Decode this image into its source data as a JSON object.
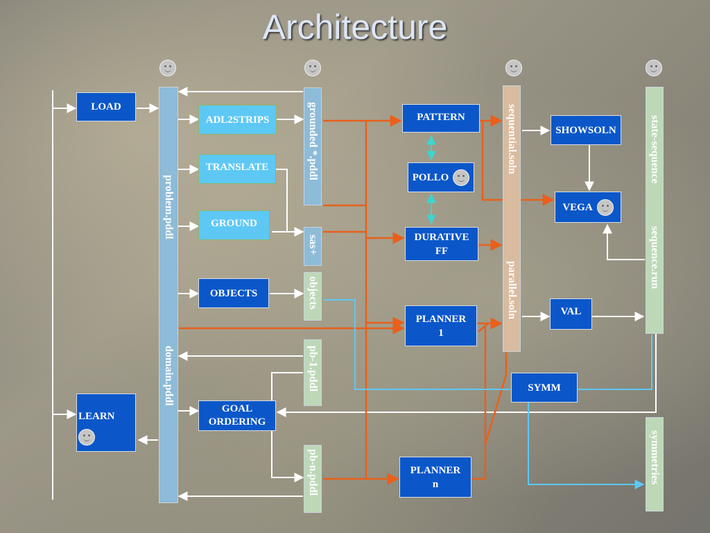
{
  "title": "Architecture",
  "boxes": {
    "load": "LOAD",
    "learn": "LEARN",
    "adl2strips": "ADL2STRIPS",
    "translate": "TRANSLATE",
    "ground": "GROUND",
    "objects": "OBJECTS",
    "goal_ordering_1": "GOAL",
    "goal_ordering_2": "ORDERING",
    "pattern": "PATTERN",
    "pollo": "POLLO",
    "durative_ff_1": "DURATIVE",
    "durative_ff_2": "FF",
    "planner1_1": "PLANNER",
    "planner1_2": "1",
    "plannern_1": "PLANNER",
    "plannern_2": "n",
    "showsoln": "SHOWSOLN",
    "vega": "VEGA",
    "val": "VAL",
    "symm": "SYMM"
  },
  "files": {
    "problem_pddl": "problem.pddl",
    "domain_pddl": "domain.pddl",
    "grounded_pddl": "grounded *.pddl",
    "sas": "sas+",
    "objects": "objects",
    "pb1_pddl": "pb-1.pddl",
    "pbn_pddl": "pb-n.pddl",
    "sequential_soln": "sequential.soln",
    "parallel_soln": "parallel.soln",
    "state_sequence": "state-sequence",
    "sequence_run": "sequence.run",
    "symmetries": "symmetries"
  },
  "icons": [
    "smiley-icon"
  ],
  "colors": {
    "module_box": "#0b57c9",
    "translator_box": "#5ec8f5",
    "orange_flow": "#e8601c",
    "blue_flow": "#5ec8f5",
    "white_flow": "#ffffff"
  }
}
